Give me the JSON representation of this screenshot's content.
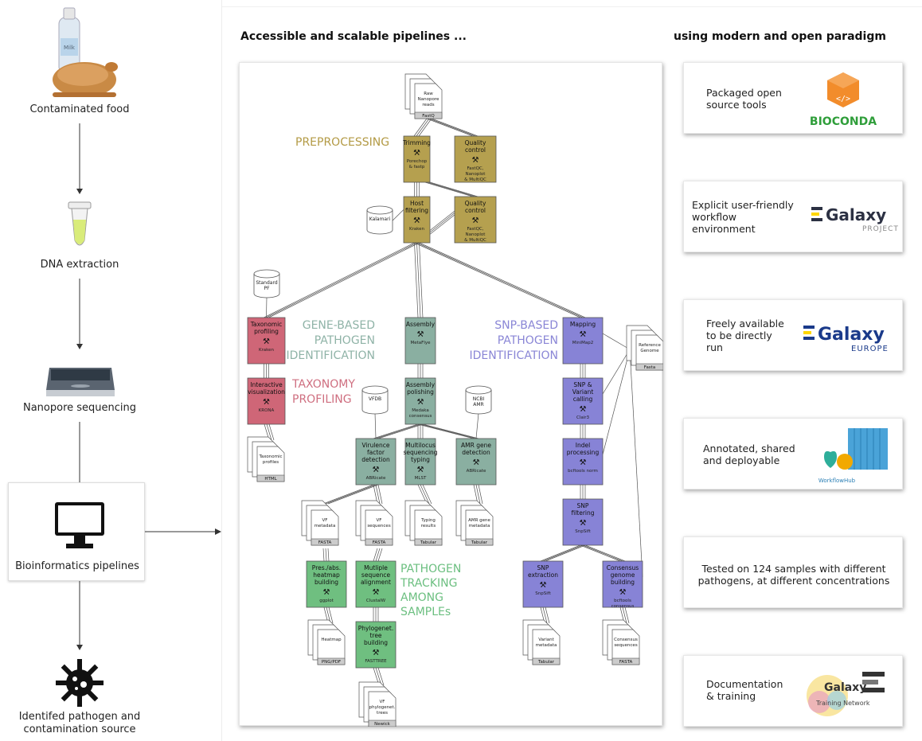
{
  "left_flow": {
    "steps": [
      {
        "label": "Contaminated food",
        "icon": "food-icon"
      },
      {
        "label": "DNA extraction",
        "icon": "tube-icon"
      },
      {
        "label": "Nanopore sequencing",
        "icon": "sequencer-icon"
      },
      {
        "label": "Bioinformatics pipelines",
        "icon": "computer-icon"
      },
      {
        "label_line1": "Identifed pathogen and",
        "label_line2": "contamination source",
        "icon": "virus-icon"
      }
    ],
    "bottle_text": "Milk"
  },
  "headings": {
    "pipelines": "Accessible and scalable pipelines ...",
    "paradigm": "using modern and open paradigm"
  },
  "sections": {
    "preprocessing": "PREPROCESSING",
    "gene": [
      "GENE-BASED",
      "PATHOGEN",
      "IDENTIFICATION"
    ],
    "snp": [
      "SNP-BASED",
      "PATHOGEN",
      "IDENTIFICATION"
    ],
    "taxonomy": [
      "TAXONOMY",
      "PROFILING"
    ],
    "tracking": [
      "PATHOGEN",
      "TRACKING",
      "AMONG",
      "SAMPLEs"
    ]
  },
  "colors": {
    "preprocessing": "#b39a45",
    "gene": "#8fb3a7",
    "snp": "#8a86d6",
    "taxonomy": "#cf6f80",
    "tracking": "#6cbf80",
    "tool_preprocessing": "#b5a04f",
    "tool_gene": "#8aafa1",
    "tool_snp": "#8783d6",
    "tool_taxonomy": "#cf6677",
    "tool_tracking": "#6fbf80"
  },
  "tools": {
    "trimming": {
      "title": [
        "Trimming"
      ],
      "sub": [
        "Porechop",
        "& fastp"
      ]
    },
    "qc1": {
      "title": [
        "Quality",
        "control"
      ],
      "sub": [
        "FastQC,",
        "Nanoplot",
        "& MultiQC"
      ]
    },
    "host": {
      "title": [
        "Host",
        "filtering"
      ],
      "sub": [
        "Kraken"
      ]
    },
    "qc2": {
      "title": [
        "Quality",
        "control"
      ],
      "sub": [
        "FastQC,",
        "Nanoplot",
        "& MultiQC"
      ]
    },
    "taxprof": {
      "title": [
        "Taxonomic",
        "profiling"
      ],
      "sub": [
        "Kraken"
      ]
    },
    "interactive": {
      "title": [
        "Interactive",
        "visualization"
      ],
      "sub": [
        "KRONA"
      ]
    },
    "assembly": {
      "title": [
        "Assembly"
      ],
      "sub": [
        "MetaFlye"
      ]
    },
    "polish": {
      "title": [
        "Assembly",
        "polishing"
      ],
      "sub": [
        "Medaka",
        "consensus"
      ]
    },
    "virulence": {
      "title": [
        "Virulence",
        "factor",
        "detection"
      ],
      "sub": [
        "ABRicate"
      ]
    },
    "mlst": {
      "title": [
        "Multilocus",
        "sequencing",
        "typing"
      ],
      "sub": [
        "MLST"
      ]
    },
    "amr": {
      "title": [
        "AMR gene",
        "detection"
      ],
      "sub": [
        "ABRicate"
      ]
    },
    "mapping": {
      "title": [
        "Mapping"
      ],
      "sub": [
        "MiniMap2"
      ]
    },
    "snpcall": {
      "title": [
        "SNP &",
        "Variant",
        "calling"
      ],
      "sub": [
        "Clair3"
      ]
    },
    "indel": {
      "title": [
        "Indel",
        "processing"
      ],
      "sub": [
        "bcftools norm"
      ]
    },
    "snpfilter": {
      "title": [
        "SNP",
        "filtering"
      ],
      "sub": [
        "SnpSift"
      ]
    },
    "presabs": {
      "title": [
        "Pres./abs.",
        "heatmap",
        "building"
      ],
      "sub": [
        "ggplot"
      ]
    },
    "msa": {
      "title": [
        "Mutliple",
        "sequence",
        "alignment"
      ],
      "sub": [
        "ClustalW"
      ]
    },
    "phylo": {
      "title": [
        "Phylogenet.",
        "tree",
        "building"
      ],
      "sub": [
        "FASTTREE"
      ]
    },
    "snpextract": {
      "title": [
        "SNP",
        "extraction"
      ],
      "sub": [
        "SnpSift"
      ]
    },
    "consensus": {
      "title": [
        "Consensus",
        "genome",
        "building"
      ],
      "sub": [
        "bcftools",
        "consensus"
      ]
    }
  },
  "files": {
    "raw": {
      "name": [
        "Raw",
        "Nanopore",
        "reads"
      ],
      "fmt": "FastQ"
    },
    "taxprofiles": {
      "name": [
        "Taxonomic",
        "profiles"
      ],
      "fmt": "HTML"
    },
    "vfmeta": {
      "name": [
        "VF",
        "metadata"
      ],
      "fmt": "FASTA"
    },
    "vfseq": {
      "name": [
        "VF",
        "sequences"
      ],
      "fmt": "FASTA"
    },
    "typing": {
      "name": [
        "Typing",
        "results"
      ],
      "fmt": "Tabular"
    },
    "amrmeta": {
      "name": [
        "AMR gene",
        "metadata"
      ],
      "fmt": "Tabular"
    },
    "heatmap": {
      "name": [
        "Heatmap"
      ],
      "fmt": "PNG/PDF"
    },
    "vftrees": {
      "name": [
        "VF",
        "phylogenet.",
        "trees"
      ],
      "fmt": "Newick"
    },
    "varmeta": {
      "name": [
        "Variant",
        "metadata"
      ],
      "fmt": "Tabular"
    },
    "consseq": {
      "name": [
        "Consensus",
        "sequences"
      ],
      "fmt": "FASTA"
    },
    "refgenome": {
      "name": [
        "Reference",
        "Genome"
      ],
      "fmt": "Fasta"
    }
  },
  "databases": {
    "kalamari": [
      "Kalamari"
    ],
    "standardpf": [
      "Standard",
      "PF"
    ],
    "vfdb": [
      "VFDB"
    ],
    "ncbiamr": [
      "NCBI",
      "AMR"
    ]
  },
  "cards": [
    {
      "text": [
        "Packaged open",
        "source tools"
      ],
      "logo_name": "bioconda-logo",
      "logo_text": "BIOCONDA"
    },
    {
      "text": [
        "Explicit user-friendly",
        "workflow",
        "environment"
      ],
      "logo_name": "galaxy-project-logo",
      "logo_text": "Galaxy",
      "logo_sub": "PROJECT"
    },
    {
      "text": [
        "Freely available",
        "to be directly",
        "run"
      ],
      "logo_name": "galaxy-europe-logo",
      "logo_text": "Galaxy",
      "logo_sub": "EUROPE"
    },
    {
      "text": [
        "Annotated, shared",
        "and deployable"
      ],
      "logo_name": "workflowhub-logo",
      "logo_text": "WorkflowHub"
    },
    {
      "text": [
        "Tested on 124 samples with different",
        "pathogens, at different concentrations"
      ]
    },
    {
      "text": [
        "Documentation",
        "& training"
      ],
      "logo_name": "galaxy-training-logo",
      "logo_text": "Galaxy",
      "logo_sub": "Training Network"
    }
  ]
}
